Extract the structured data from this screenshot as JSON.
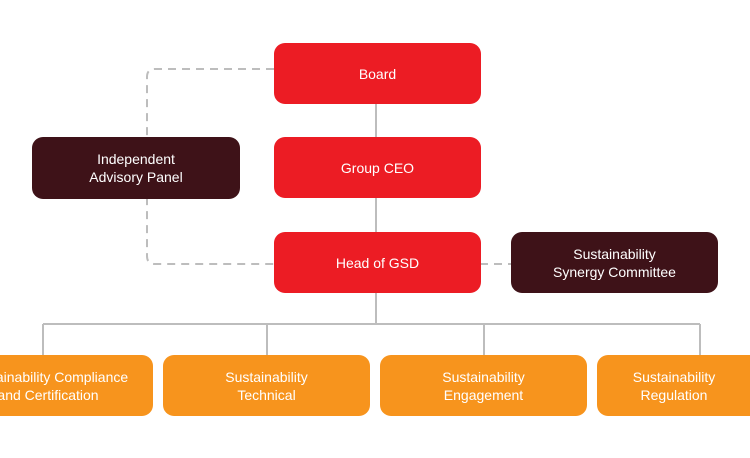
{
  "colors": {
    "primary_red": "#ec1c24",
    "dark_maroon": "#3e1218",
    "orange": "#f7941d",
    "connector_gray": "#bdbdbd"
  },
  "nodes": {
    "board": "Board",
    "group_ceo": "Group CEO",
    "head_gsd": "Head of GSD",
    "advisory_panel": "Independent\nAdvisory Panel",
    "synergy_committee": "Sustainability\nSynergy Committee",
    "compliance": "Sustainability Compliance\nand Certification",
    "technical": "Sustainability\nTechnical",
    "engagement": "Sustainability\nEngagement",
    "regulation": "Sustainability\nRegulation"
  }
}
